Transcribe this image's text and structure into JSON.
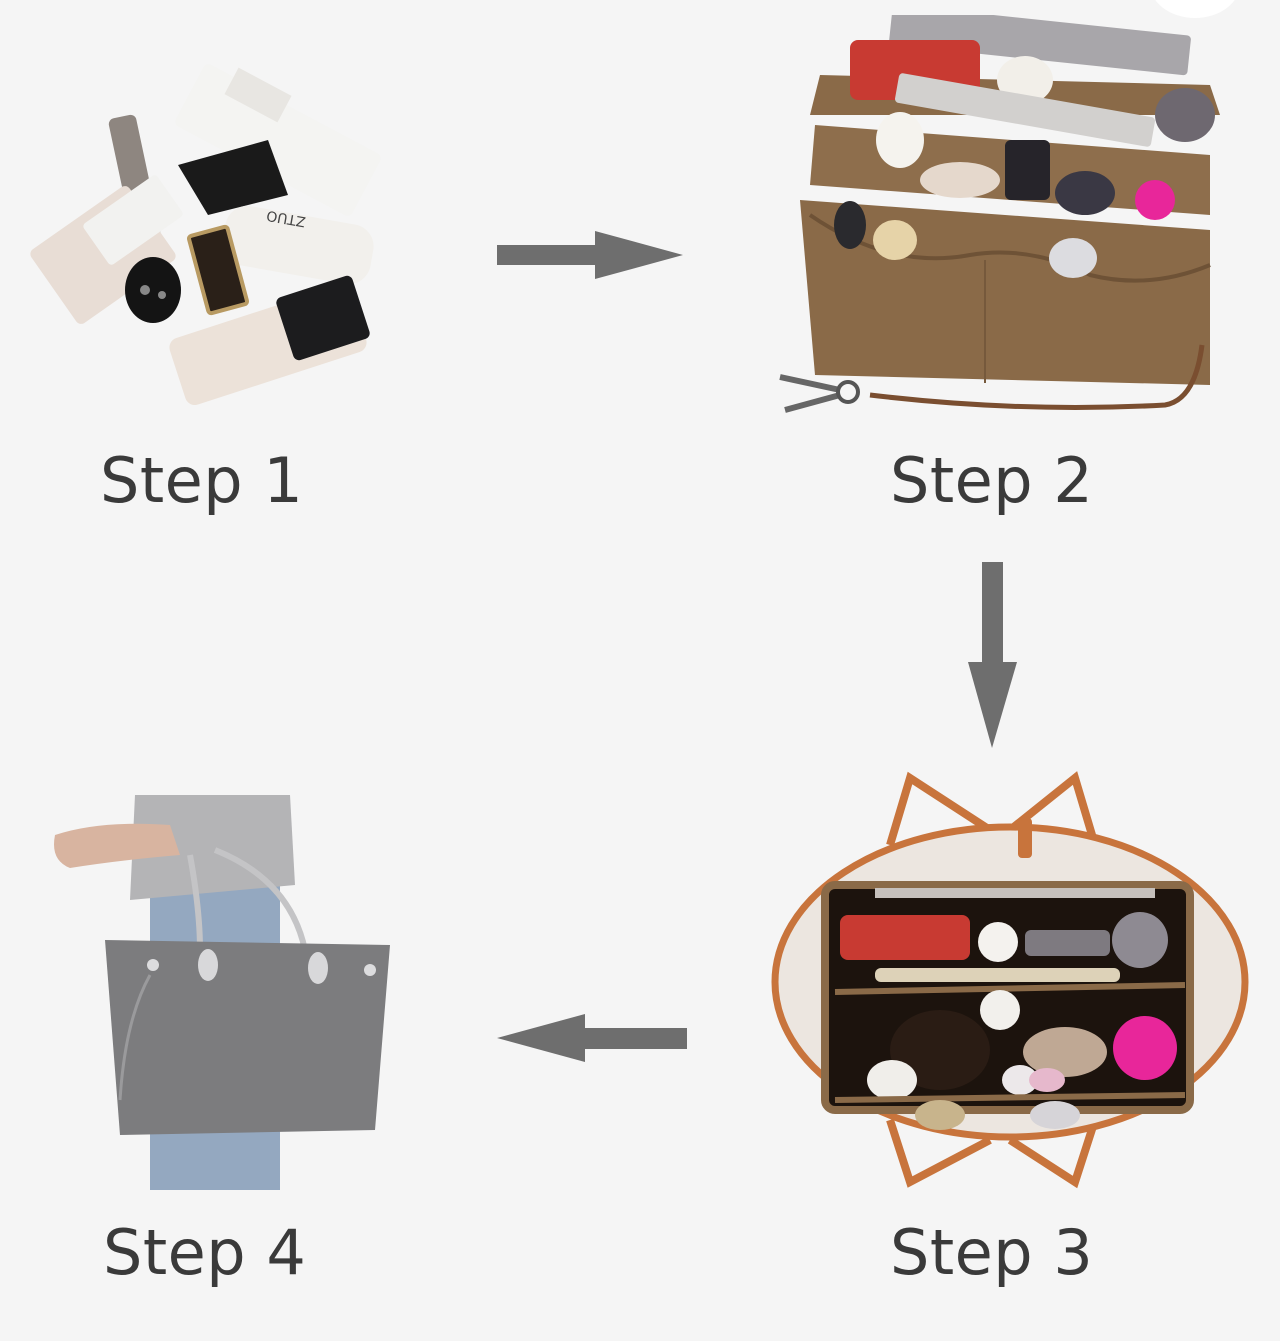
{
  "diagram": {
    "type": "process-flow",
    "steps": [
      {
        "label": "Step 1",
        "illustration": "loose-cosmetics-pile",
        "description": "scattered makeup items"
      },
      {
        "label": "Step 2",
        "illustration": "felt-organizer-insert",
        "description": "brown felt organizer filled with items, with key leash"
      },
      {
        "label": "Step 3",
        "illustration": "organizer-inside-tote",
        "description": "organizer placed inside open tote bag (top view)"
      },
      {
        "label": "Step 4",
        "illustration": "person-carrying-tote",
        "description": "person carrying grey tote bag"
      }
    ],
    "arrows": [
      {
        "from": "Step 1",
        "to": "Step 2",
        "direction": "right"
      },
      {
        "from": "Step 2",
        "to": "Step 3",
        "direction": "down"
      },
      {
        "from": "Step 3",
        "to": "Step 4",
        "direction": "left"
      }
    ],
    "colors": {
      "background": "#f5f5f5",
      "arrow": "#6e6e6e",
      "label": "#3a3a3a",
      "felt": "#8a6a48",
      "tote_trim": "#c8743c",
      "tote_grey": "#7c7c7e",
      "accent_pink": "#e8269a",
      "accent_red": "#c83a32"
    }
  }
}
